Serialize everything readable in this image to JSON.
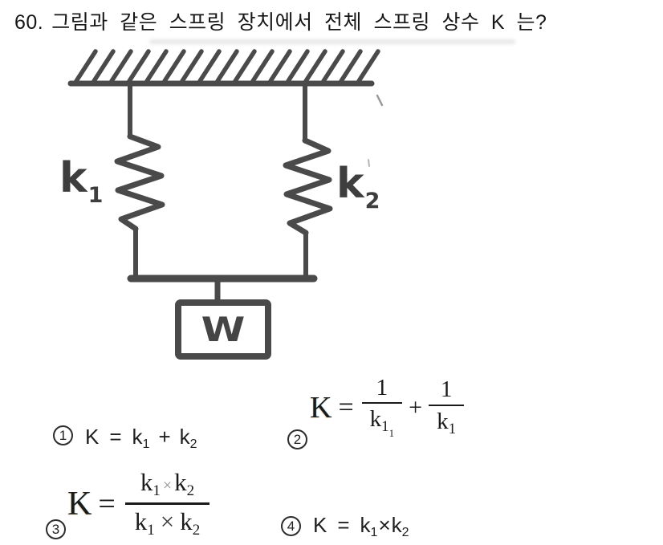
{
  "colors": {
    "background": "#ffffff",
    "text_ink": "#1c1c1c",
    "diagram_ink": "#4a4a4a",
    "formula_ink": "#1a1a1a",
    "faint_times": "#8a8a8a"
  },
  "question": {
    "number": "60.",
    "text": "그림과 같은 스프링 장치에서 전체 스프링 상수 K 는?"
  },
  "diagram": {
    "labels": {
      "spring1": {
        "base": "k",
        "sub": "1"
      },
      "spring2": {
        "base": "k",
        "sub": "2"
      },
      "weight": "W"
    }
  },
  "choices": {
    "c1": {
      "marker": "1",
      "lhs": "K",
      "eq": "=",
      "t1b": "k",
      "t1s": "1",
      "op": "+",
      "t2b": "k",
      "t2s": "2"
    },
    "c2": {
      "marker": "2",
      "lhs": "K",
      "eq": "=",
      "op": "+",
      "f1": {
        "num": "1",
        "den_base": "k",
        "den_sub": "1",
        "den_subsub": "1"
      },
      "f2": {
        "num": "1",
        "den_base": "k",
        "den_sub": "1"
      }
    },
    "c3": {
      "marker": "3",
      "lhs": "K",
      "eq": "=",
      "num": {
        "t1b": "k",
        "t1s": "1",
        "op": "×",
        "t2b": "k",
        "t2s": "2"
      },
      "den": {
        "t1b": "k",
        "t1s": "1",
        "op": "×",
        "t2b": "k",
        "t2s": "2"
      }
    },
    "c4": {
      "marker": "4",
      "lhs": "K",
      "eq": "=",
      "t1b": "k",
      "t1s": "1",
      "op": "×",
      "t2b": "k",
      "t2s": "2"
    }
  }
}
